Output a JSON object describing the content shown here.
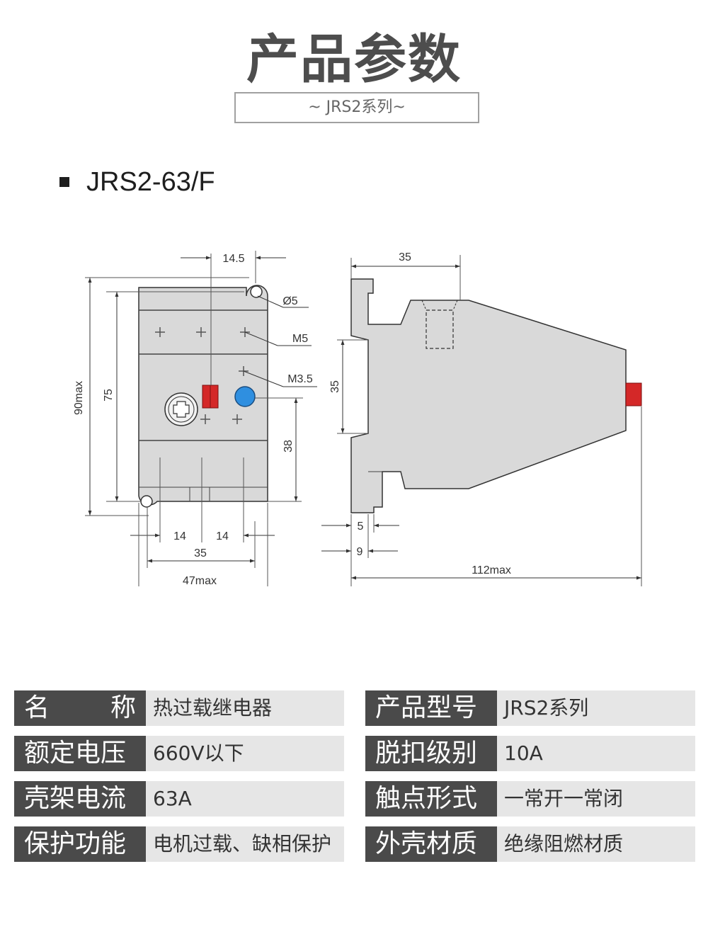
{
  "header": {
    "title": "产品参数",
    "subtitle": "~ JRS2系列~"
  },
  "model": {
    "name": "JRS2-63/F"
  },
  "drawing": {
    "front_view": {
      "dim_top": "14.5",
      "hole": "Ø5",
      "screw_m5": "M5",
      "screw_m35": "M3.5",
      "height_max": "90max",
      "height_75": "75",
      "height_38": "38",
      "pitch_left": "14",
      "pitch_right": "14",
      "mount_width": "35",
      "width_max": "47max"
    },
    "side_view": {
      "top_width": "35",
      "rail_height": "35",
      "dim_5": "5",
      "dim_9": "9",
      "length_max": "112max"
    },
    "colors": {
      "body": "#d9d9d9",
      "red_button": "#d42828",
      "blue_knob": "#2f8fe0",
      "line": "#333333"
    }
  },
  "specs": {
    "left": [
      {
        "label": "名　　称",
        "value": "热过载继电器"
      },
      {
        "label": "额定电压",
        "value": "660V以下"
      },
      {
        "label": "壳架电流",
        "value": "63A"
      },
      {
        "label": "保护功能",
        "value": "电机过载、缺相保护"
      }
    ],
    "right": [
      {
        "label": "产品型号",
        "value": "JRS2系列"
      },
      {
        "label": "脱扣级别",
        "value": "10A"
      },
      {
        "label": "触点形式",
        "value": "一常开一常闭"
      },
      {
        "label": "外壳材质",
        "value": "绝缘阻燃材质"
      }
    ]
  }
}
